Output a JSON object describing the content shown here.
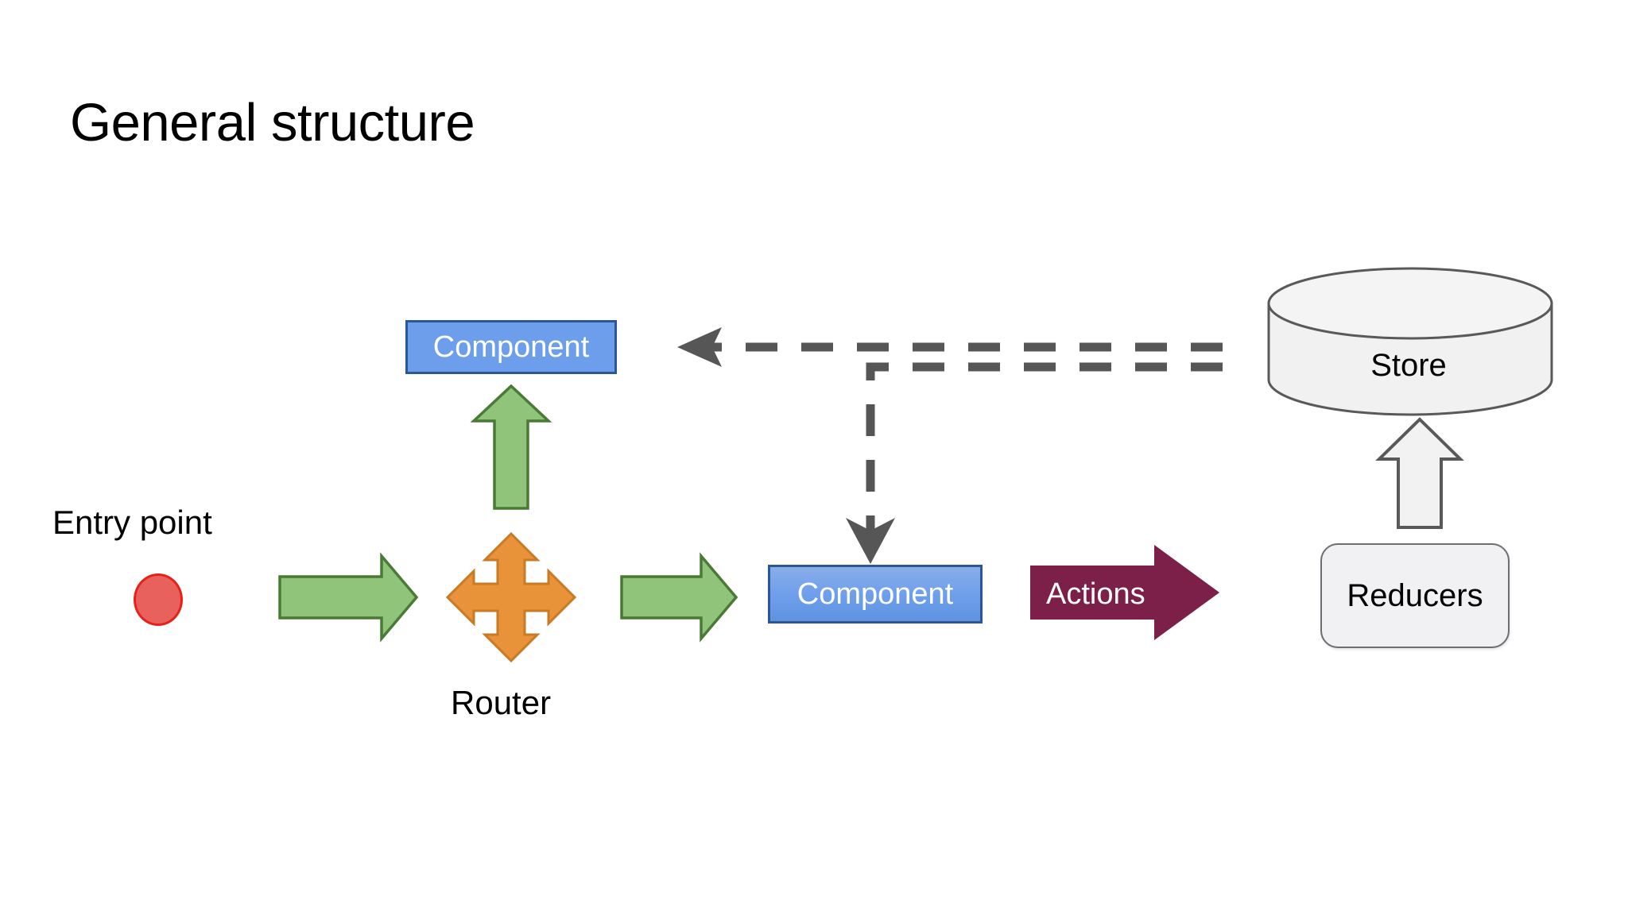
{
  "slide": {
    "title": "General structure",
    "background": "#ffffff"
  },
  "labels": {
    "entry_point": "Entry point",
    "router": "Router"
  },
  "nodes": {
    "component_top": "Component",
    "component_bottom": "Component",
    "store": "Store",
    "reducers": "Reducers",
    "actions": "Actions"
  },
  "colors": {
    "component_fill": "#6d9eeb",
    "component_border": "#2b5797",
    "component_text": "#ffffff",
    "green_arrow_fill": "#8fc47a",
    "green_arrow_border": "#4a7a35",
    "router_fill": "#e8933a",
    "router_border": "#c87a25",
    "entry_dot_fill": "#e8615c",
    "entry_dot_border": "#e8201a",
    "actions_fill": "#7c2049",
    "actions_text": "#ffffff",
    "store_fill": "#f1f1f1",
    "store_border": "#595959",
    "reducers_fill": "#f1f1f3",
    "reducers_border": "#6d6d72",
    "dashed_line": "#565656",
    "white_arrow_fill": "#f2f2f2",
    "white_arrow_border": "#595959",
    "title_text": "#000000",
    "label_text": "#000000"
  },
  "icons": {
    "entry_point": "circle-icon",
    "router": "four-way-arrow-icon",
    "store": "cylinder-database-icon",
    "flow_right": "arrow-right-icon",
    "flow_up": "arrow-up-icon",
    "dispatch": "block-arrow-right-icon",
    "update": "dashed-arrow-icon"
  },
  "flows": [
    {
      "id": "entry-to-router",
      "from": "Entry point",
      "to": "Router",
      "style": "solid-green-arrow",
      "direction": "right"
    },
    {
      "id": "router-to-component-top",
      "from": "Router",
      "to": "Component",
      "style": "solid-green-arrow",
      "direction": "up"
    },
    {
      "id": "router-to-component-bot",
      "from": "Router",
      "to": "Component",
      "style": "solid-green-arrow",
      "direction": "right"
    },
    {
      "id": "component-to-actions",
      "from": "Component",
      "to": "Actions",
      "style": "block-arrow",
      "direction": "right"
    },
    {
      "id": "actions-to-reducers",
      "from": "Actions",
      "to": "Reducers",
      "style": "block-arrow",
      "direction": "right"
    },
    {
      "id": "reducers-to-store",
      "from": "Reducers",
      "to": "Store",
      "style": "outline-arrow",
      "direction": "up"
    },
    {
      "id": "store-to-component-top",
      "from": "Store",
      "to": "Component",
      "style": "dashed-arrow",
      "direction": "left"
    },
    {
      "id": "store-to-component-bot",
      "from": "Store",
      "to": "Component",
      "style": "dashed-arrow",
      "direction": "left-then-down"
    }
  ]
}
